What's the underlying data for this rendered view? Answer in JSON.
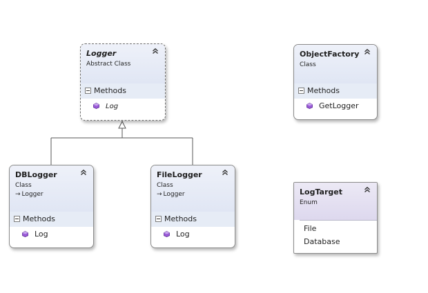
{
  "diagram": {
    "logger": {
      "name": "Logger",
      "stereotype": "Abstract Class",
      "section": "Methods",
      "members": [
        "Log"
      ]
    },
    "object_factory": {
      "name": "ObjectFactory",
      "stereotype": "Class",
      "section": "Methods",
      "members": [
        "GetLogger"
      ]
    },
    "db_logger": {
      "name": "DBLogger",
      "stereotype": "Class",
      "base": "Logger",
      "section": "Methods",
      "members": [
        "Log"
      ]
    },
    "file_logger": {
      "name": "FileLogger",
      "stereotype": "Class",
      "base": "Logger",
      "section": "Methods",
      "members": [
        "Log"
      ]
    },
    "log_target": {
      "name": "LogTarget",
      "stereotype": "Enum",
      "values": [
        "File",
        "Database"
      ]
    }
  },
  "icons": {
    "collapse": "chevron-double-up-icon",
    "section_toggle": "minus-box-icon",
    "method": "method-cube-icon",
    "inherits": "arrow-right-icon",
    "generalization": "hollow-triangle-arrow-icon"
  },
  "colors": {
    "class_header": "#e0e6f4",
    "enum_header": "#ddd8ee",
    "section_bg": "#e6ecf6",
    "method_icon": "#7b3fc0",
    "connector": "#555555"
  }
}
